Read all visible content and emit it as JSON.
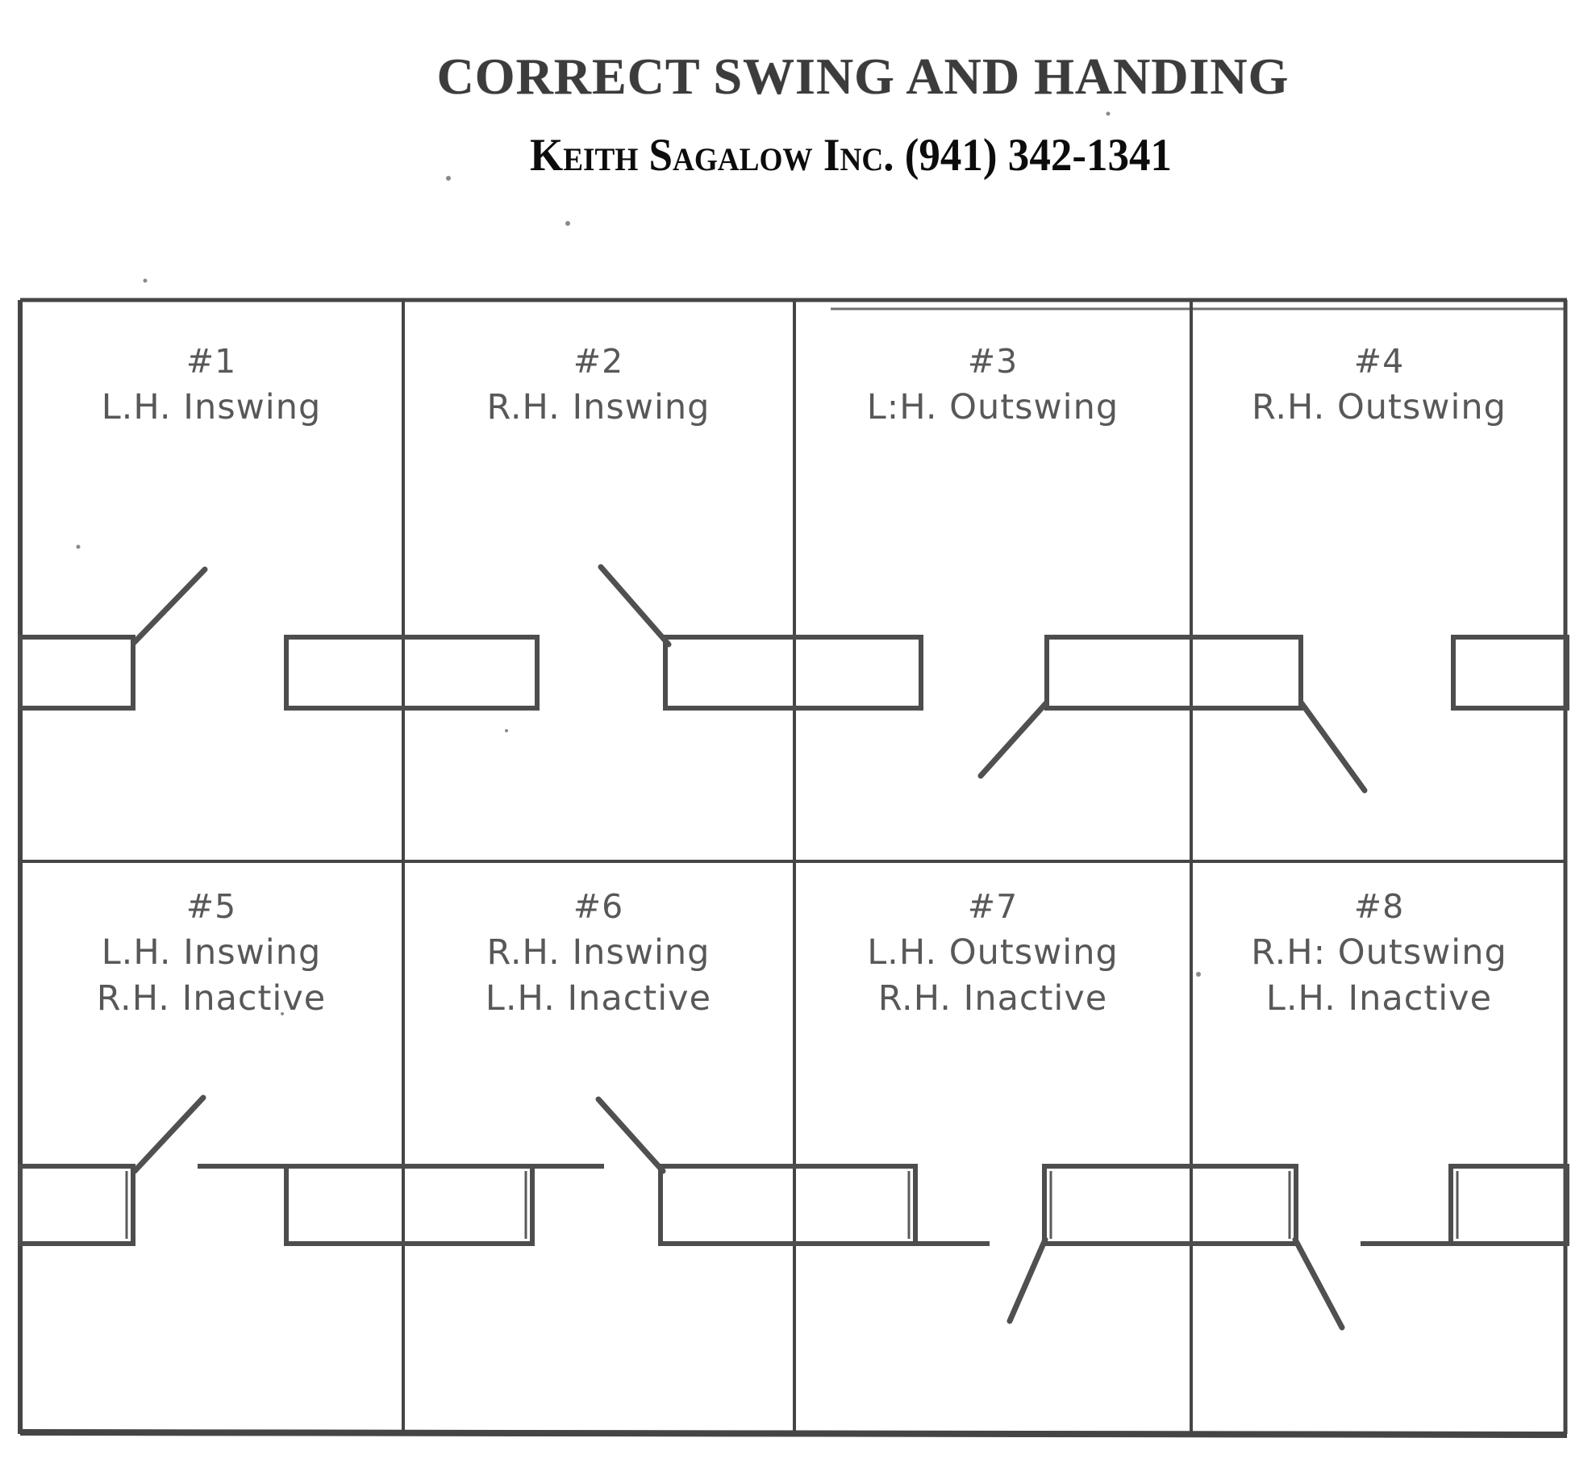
{
  "document": {
    "title": "CORRECT SWING AND HANDING",
    "subtitle": "Keith Sagalow Inc. (941) 342-1341",
    "company": "Keith Sagalow Inc.",
    "phone": "(941) 342-1341"
  },
  "grid": {
    "rows": 2,
    "columns": 4
  },
  "cells": [
    {
      "number": "#1",
      "swing": "L.H. Inswing",
      "diagram": "single-door-left-hinge-inswing"
    },
    {
      "number": "#2",
      "swing": "R.H. Inswing",
      "diagram": "single-door-right-hinge-inswing"
    },
    {
      "number": "#3",
      "swing": "L:H. Outswing",
      "diagram": "single-door-left-hand-outswing"
    },
    {
      "number": "#4",
      "swing": "R.H. Outswing",
      "diagram": "single-door-right-hand-outswing"
    },
    {
      "number": "#5",
      "swing": "L.H. Inswing",
      "inactive": "R.H. Inactive",
      "diagram": "door-pair-left-hand-inswing-right-inactive"
    },
    {
      "number": "#6",
      "swing": "R.H. Inswing",
      "inactive": "L.H. Inactive",
      "diagram": "door-pair-right-hand-inswing-left-inactive"
    },
    {
      "number": "#7",
      "swing": "L.H. Outswing",
      "inactive": "R.H. Inactive",
      "diagram": "door-pair-left-hand-outswing-right-inactive"
    },
    {
      "number": "#8",
      "swing": "R.H: Outswing",
      "inactive": "L.H. Inactive",
      "diagram": "door-pair-right-hand-outswing-left-inactive"
    }
  ],
  "colors": {
    "paper": "#ffffff",
    "line_ink": "#4a4a4a",
    "label_ink": "#585858",
    "title_ink": "#3c3c3c",
    "subtitle_ink": "#0c0c0c"
  }
}
